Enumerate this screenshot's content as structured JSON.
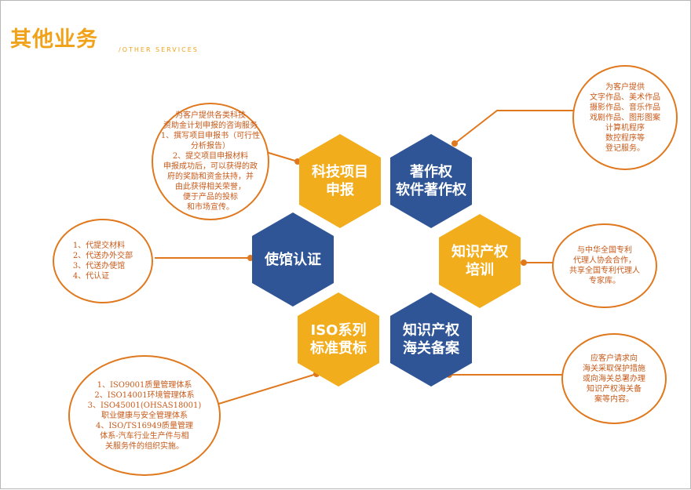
{
  "header": {
    "title": "其他业务",
    "subtitle": "/OTHER SERVICES"
  },
  "colors": {
    "yellow": "#f2ad1c",
    "blue": "#2f5596",
    "orange": "#e0781e",
    "bubble_text": "#c75a1a"
  },
  "services": {
    "keji": {
      "label": "科技项目\n申报",
      "detail": "为客户提供各类科技\n资助金计划申报的咨询服务\n1、撰写项目申报书（可行性\n分析报告）\n2、提交项目申报材料\n申报成功后，可以获得的政\n府的奖励和资金扶持，并\n由此获得相关荣誉，\n便于产品的投标\n和市场宣传。"
    },
    "zhuzuo": {
      "label": "著作权\n软件著作权",
      "detail": "为客户提供\n文字作品、美术作品\n摄影作品、音乐作品\n戏剧作品、图形图案\n计算机程序\n数控程序等\n登记服务。"
    },
    "shiguan": {
      "label": "使馆认证",
      "detail": "1、代提交材料\n2、代送办外交部\n3、代送办使馆\n4、代认证"
    },
    "peixun": {
      "label": "知识产权\n培训",
      "detail": "与中华全国专利\n代理人协会合作，\n共享全国专利代理人\n专家库。"
    },
    "iso": {
      "label": "ISO系列\n标准贯标",
      "detail": "1、ISO9001质量管理体系\n2、ISO14001环境管理体系\n3、ISO45001(OHSAS18001)\n职业健康与安全管理体系\n4、ISO/TS16949质量管理\n体系-汽车行业生产件与相\n关服务件的组织实施。"
    },
    "haiguan": {
      "label": "知识产权\n海关备案",
      "detail": "应客户请求向\n海关采取保护措施\n或向海关总署办理\n知识产权海关备\n案等内容。"
    }
  }
}
